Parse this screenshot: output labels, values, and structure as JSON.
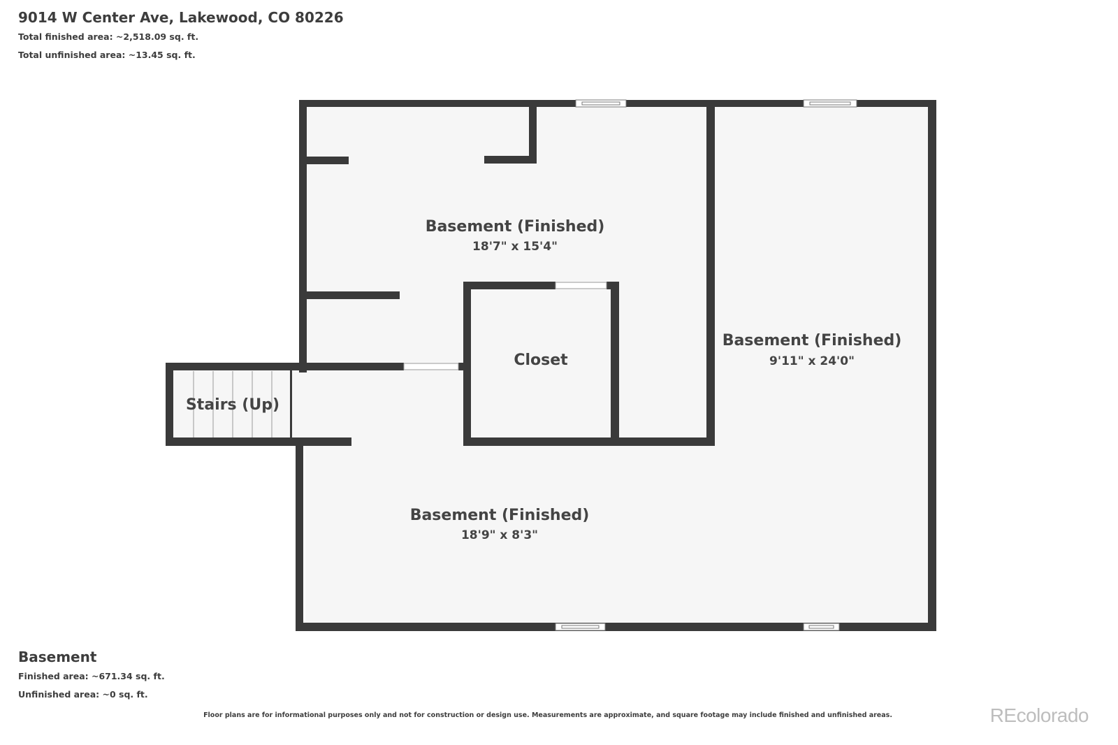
{
  "header": {
    "address": "9014 W Center Ave, Lakewood, CO 80226",
    "total_finished": "Total finished area: ~2,518.09 sq. ft.",
    "total_unfinished": "Total unfinished area: ~13.45 sq. ft."
  },
  "rooms": [
    {
      "name": "Basement (Finished)",
      "dims": "18'7\" x 15'4\""
    },
    {
      "name": "Basement (Finished)",
      "dims": "9'11\" x 24'0\""
    },
    {
      "name": "Closet",
      "dims": ""
    },
    {
      "name": "Stairs (Up)",
      "dims": ""
    },
    {
      "name": "Basement (Finished)",
      "dims": "18'9\" x 8'3\""
    }
  ],
  "floor": {
    "name": "Basement",
    "finished": "Finished area: ~671.34 sq. ft.",
    "unfinished": "Unfinished area: ~0 sq. ft."
  },
  "disclaimer": "Floor plans are for informational purposes only and not for construction or design use. Measurements are approximate, and square footage may include finished and unfinished areas.",
  "watermark": "REcolorado",
  "colors": {
    "wall": "#3a3a3a",
    "floor": "#f6f6f6"
  }
}
